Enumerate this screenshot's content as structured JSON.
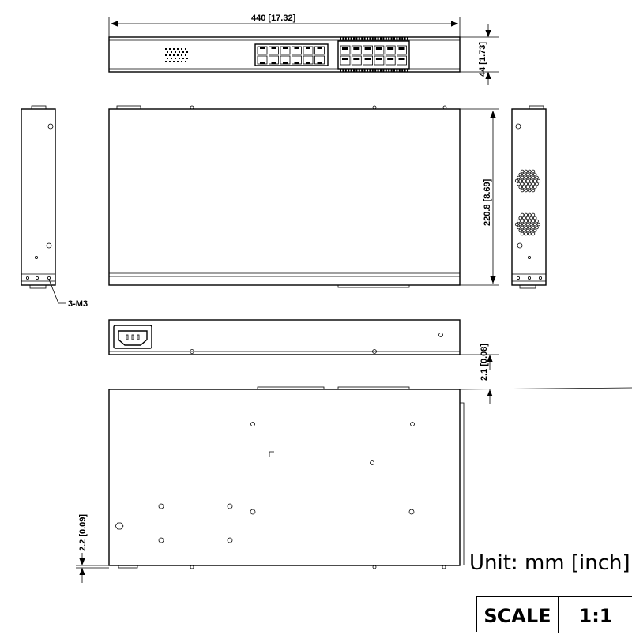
{
  "dimensions": {
    "width": "440  [17.32]",
    "front_height": "44  [1.73]",
    "depth": "220.8  [8.69]",
    "rear_offset": "2.1  [0.08]",
    "bottom_offset": "2.2  [0.09]",
    "screw_callout": "3-M3"
  },
  "unit_label": "Unit: mm [inch]",
  "scale": {
    "label": "SCALE",
    "value": "1:1"
  }
}
